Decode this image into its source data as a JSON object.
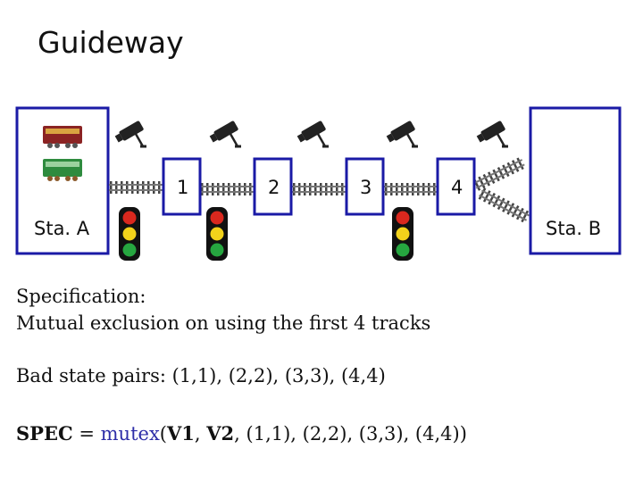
{
  "title": "Guideway",
  "stations": {
    "a_label": "Sta. A",
    "b_label": "Sta. B"
  },
  "tracks": [
    "1",
    "2",
    "3",
    "4"
  ],
  "spec": {
    "heading": "Specification:",
    "description": "Mutual exclusion on using the first 4 tracks",
    "bad_pairs": "Bad state pairs:  (1,1), (2,2), (3,3), (4,4)",
    "formula_lhs": "SPEC",
    "formula_eq": " = ",
    "formula_fn": "mutex",
    "formula_open": "(",
    "formula_v1": "V1",
    "formula_sep": ", ",
    "formula_v2": "V2",
    "formula_rest": ", (1,1), (2,2), (3,3), (4,4))"
  },
  "colors": {
    "box": "#1a1aa6",
    "rail": "#333333",
    "signal_red": "#d9281e",
    "signal_yellow": "#f2d21b",
    "signal_green": "#26a640",
    "train_red": "#8b2323",
    "train_green": "#2e8b3e",
    "mutex_text": "#2e2ea8"
  }
}
